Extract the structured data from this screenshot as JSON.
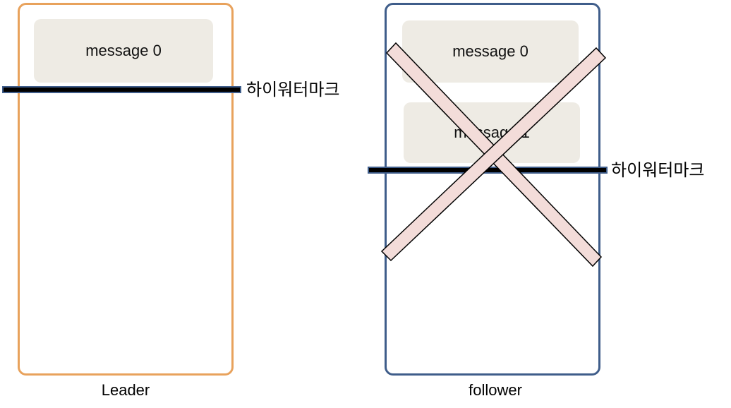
{
  "leader": {
    "caption": "Leader",
    "border_color": "#e8a25c",
    "messages": [
      "message 0"
    ],
    "high_watermark_label": "하이워터마크"
  },
  "follower": {
    "caption": "follower",
    "border_color": "#3f5d8a",
    "messages": [
      "message 0",
      "message 1"
    ],
    "high_watermark_label": "하이워터마크",
    "crossed_out": true
  },
  "colors": {
    "message_fill": "#eeebe4",
    "watermark_line": "#000000",
    "watermark_outline": "#3f5d8a",
    "cross_fill": "#f3dcd9"
  }
}
